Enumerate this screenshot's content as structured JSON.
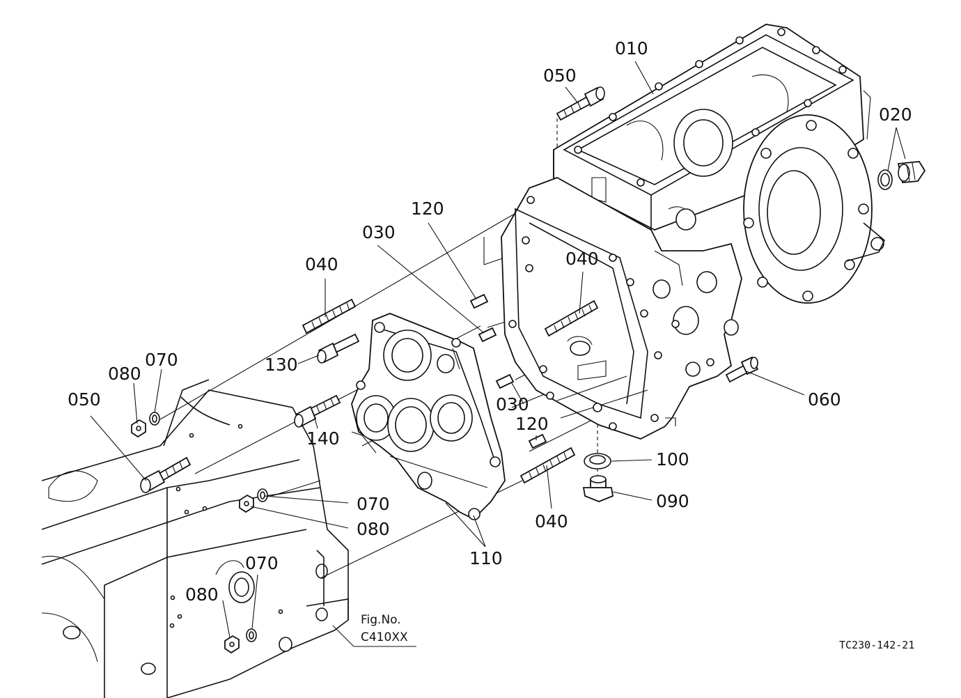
{
  "parts": {
    "p010": "010",
    "p020": "020",
    "p030a": "030",
    "p030b": "030",
    "p040a": "040",
    "p040b": "040",
    "p040c": "040",
    "p050a": "050",
    "p050b": "050",
    "p060": "060",
    "p070a": "070",
    "p070b": "070",
    "p070c": "070",
    "p080a": "080",
    "p080b": "080",
    "p080c": "080",
    "p090": "090",
    "p100": "100",
    "p110": "110",
    "p120a": "120",
    "p120b": "120",
    "p130": "130",
    "p140": "140"
  },
  "figure": {
    "line1": "Fig.No.",
    "line2": "C410XX"
  },
  "reference": "TC230-142-21"
}
